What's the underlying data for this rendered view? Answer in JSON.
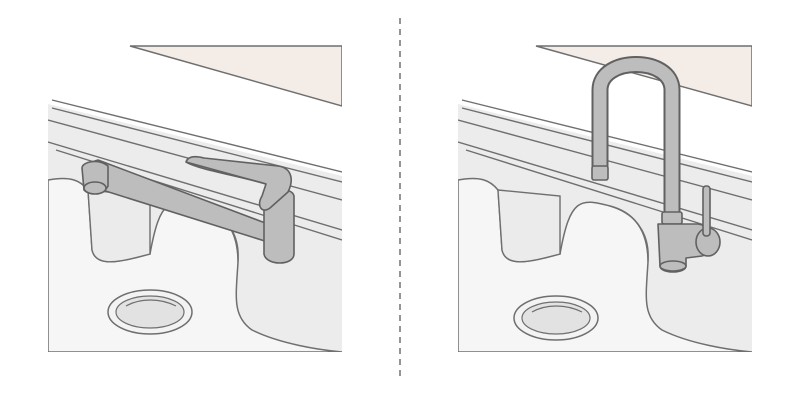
{
  "colors": {
    "background": "#ffffff",
    "wall": "#f3ece7",
    "counter": "#ececec",
    "countertop_edge": "#6f6f6f",
    "sink_wall": "#f5f5f5",
    "faucet_fill": "#bdbdbd",
    "faucet_stroke": "#616161",
    "divider": "#7a7a7a"
  },
  "panels": [
    {
      "id": "left",
      "faucet": "single-lever-swing-spout-icon"
    },
    {
      "id": "right",
      "faucet": "gooseneck-pull-down-faucet-icon"
    }
  ],
  "divider_style": "dashed"
}
